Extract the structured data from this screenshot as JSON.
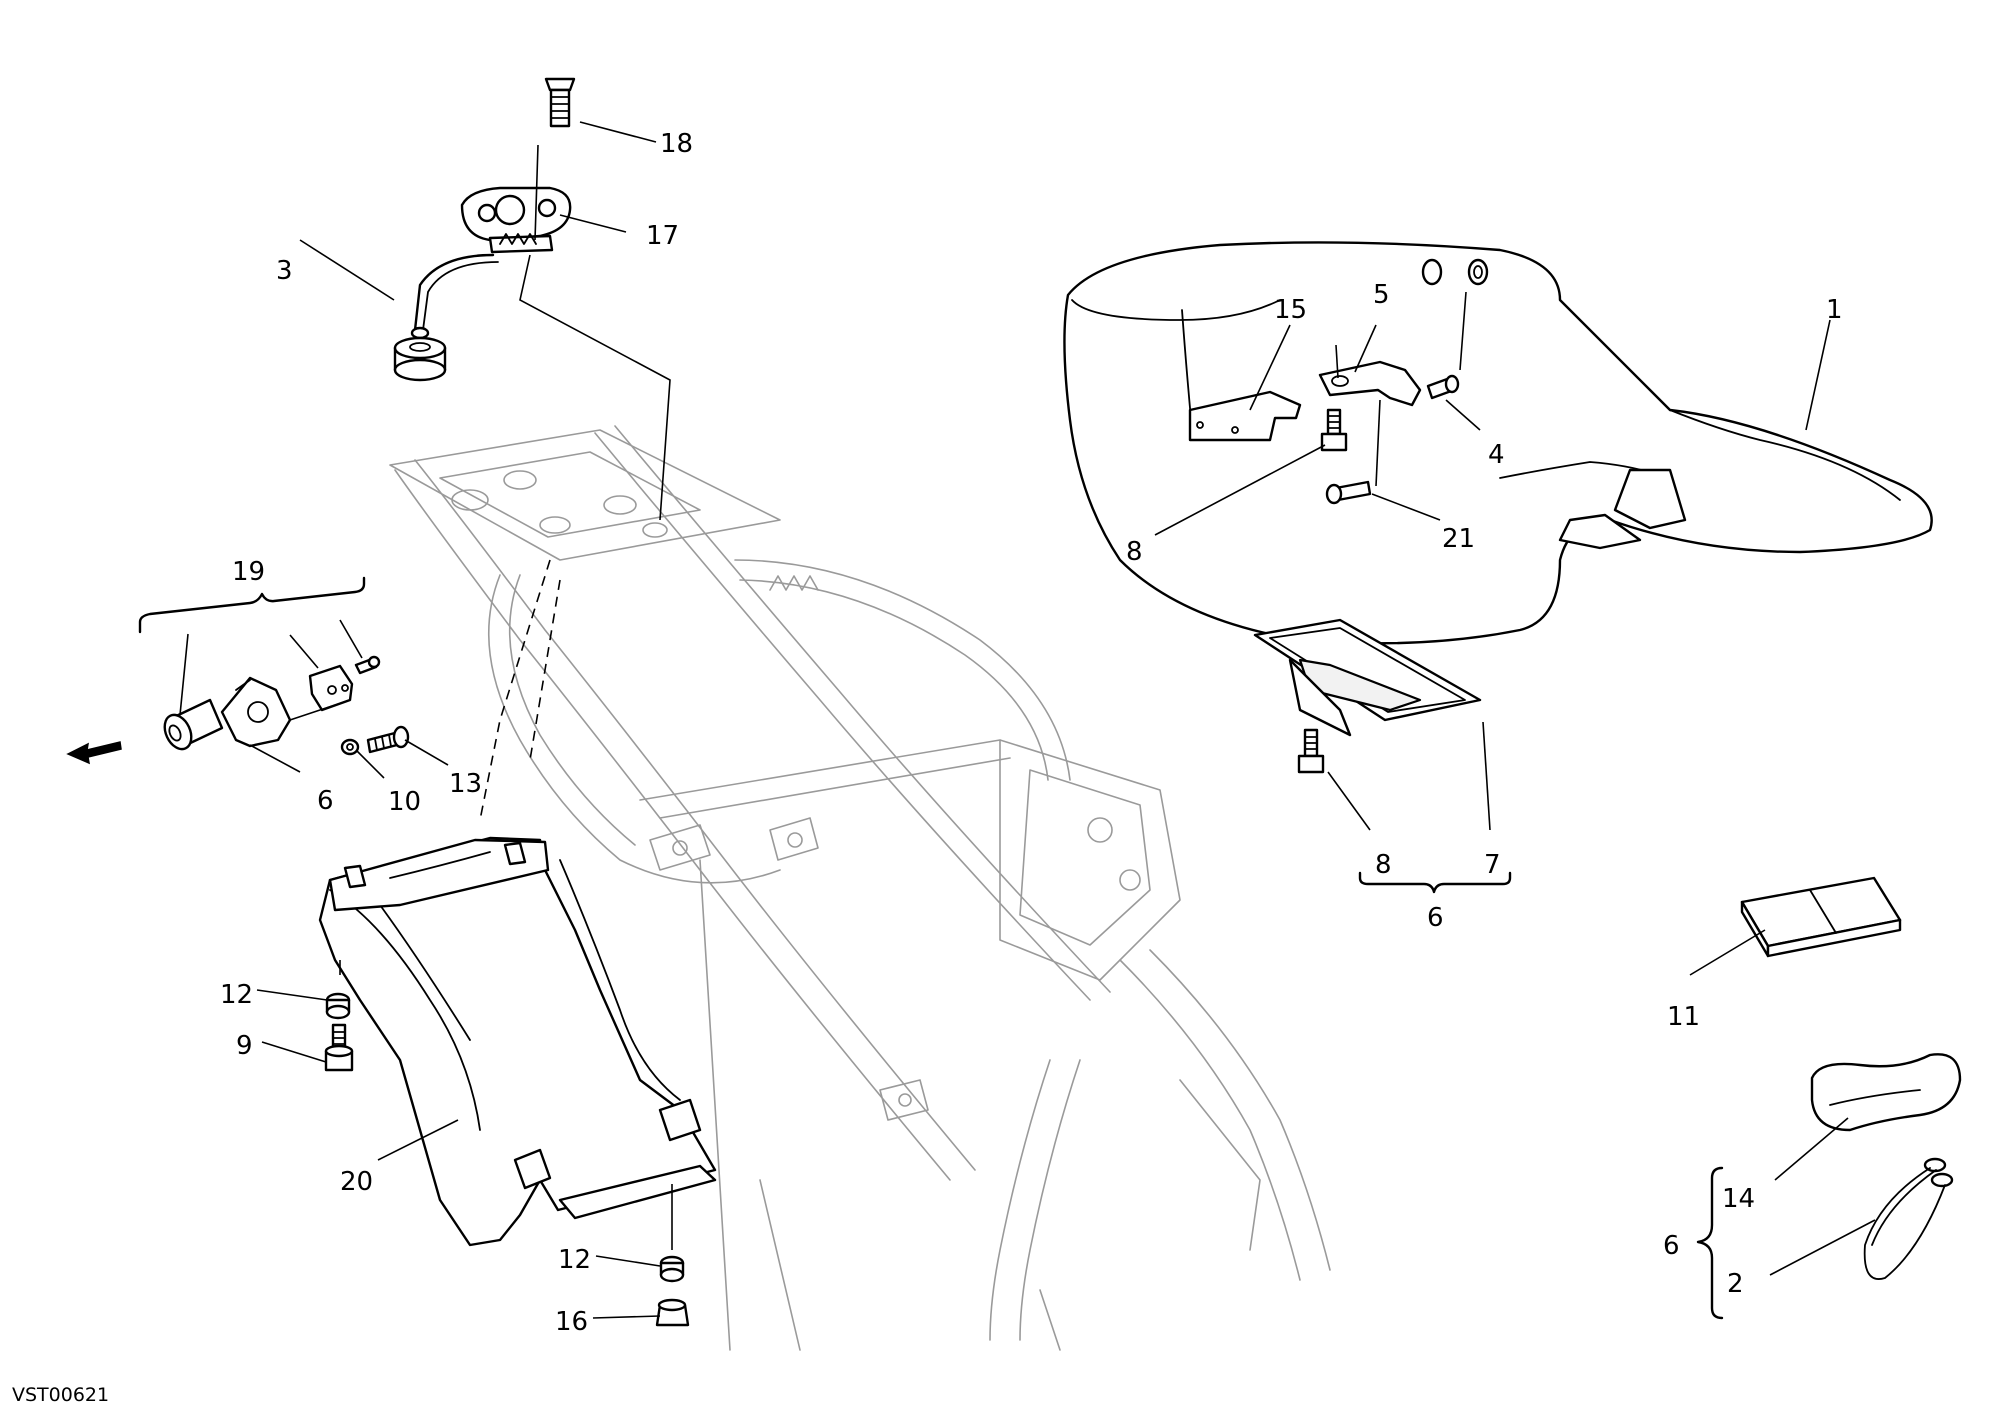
{
  "drawing_code": "VST00621",
  "callouts": {
    "c1": "1",
    "c2": "2",
    "c3": "3",
    "c4": "4",
    "c5": "5",
    "c6_frontlock": "6",
    "c6_undertray": "6",
    "c6_kit": "6",
    "c7": "7",
    "c8_seat": "8",
    "c8_tray": "8",
    "c9": "9",
    "c10": "10",
    "c11": "11",
    "c12_top": "12",
    "c12_bottom": "12",
    "c13": "13",
    "c14": "14",
    "c15": "15",
    "c16": "16",
    "c17": "17",
    "c18": "18",
    "c19": "19",
    "c20": "20",
    "c21": "21"
  }
}
